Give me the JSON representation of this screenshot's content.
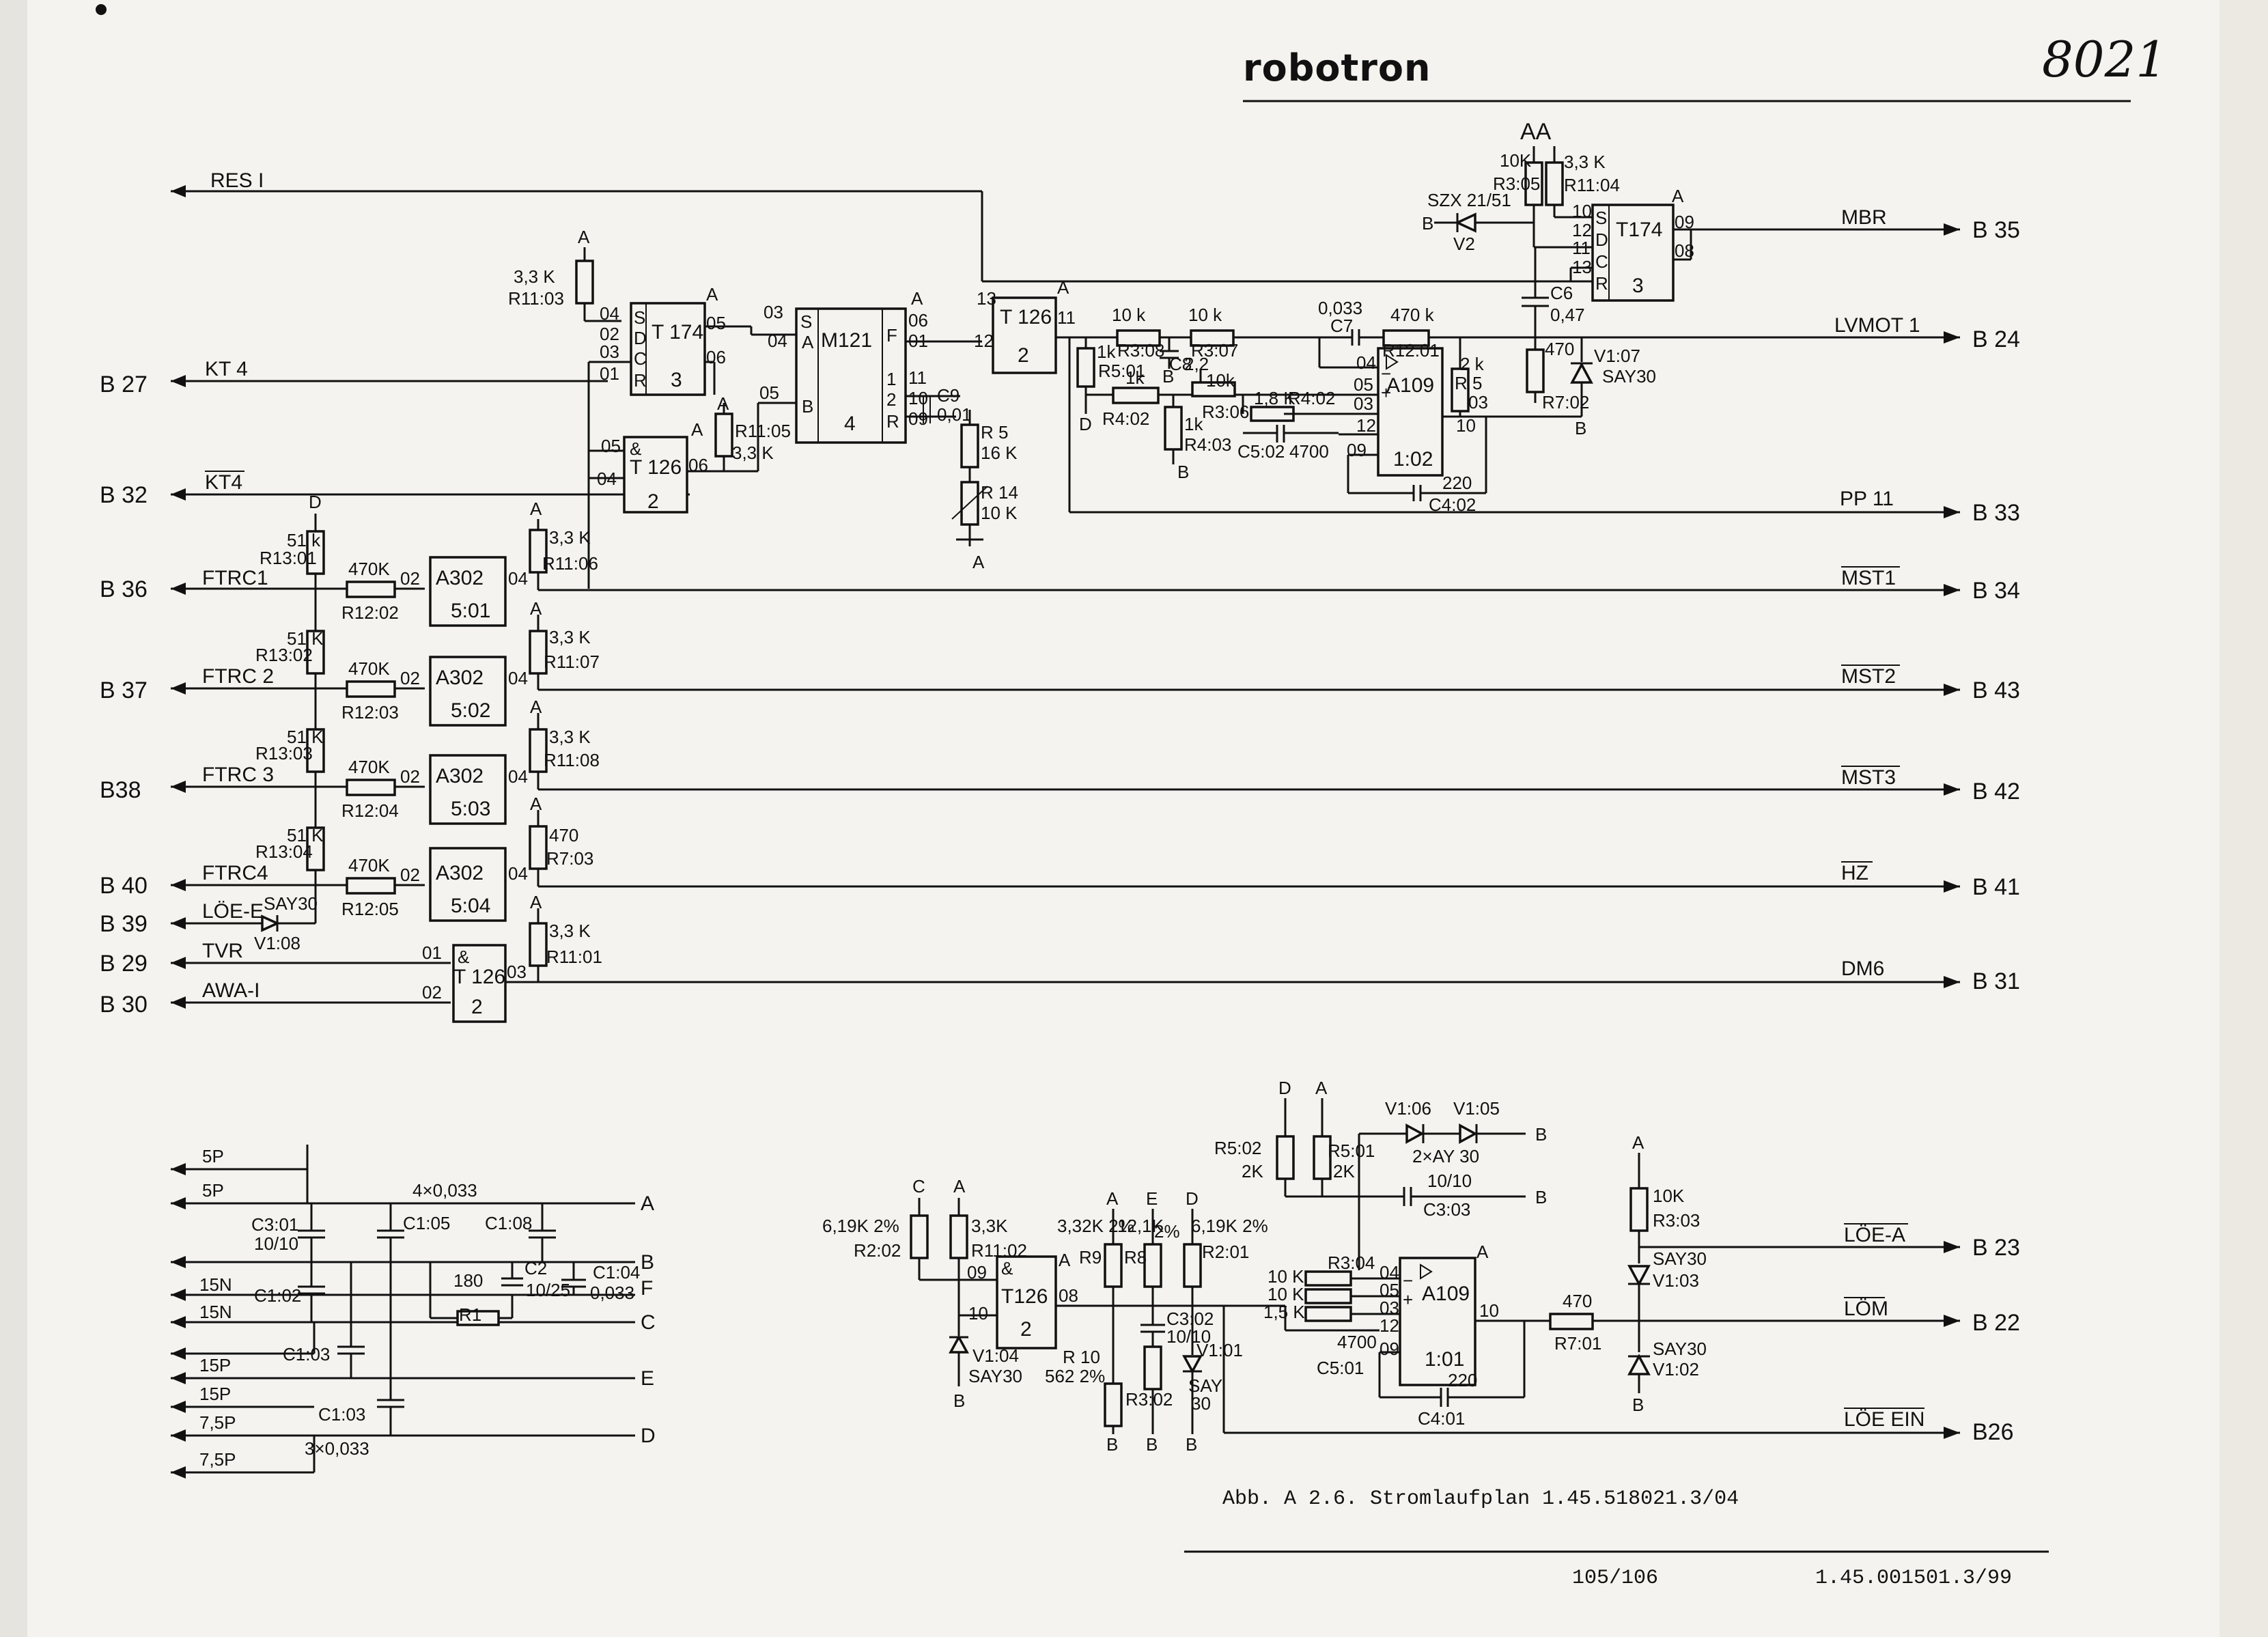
{
  "header": {
    "brand": "robotron",
    "sheet_number": "8021"
  },
  "connectors": {
    "left": {
      "b27": "B 27",
      "b32": "B 32",
      "b36": "B 36",
      "b37": "B 37",
      "b38": "B38",
      "b40": "B 40",
      "b39": "B 39",
      "b29": "B 29",
      "b30": "B 30"
    },
    "right": {
      "b35": "B 35",
      "b24": "B 24",
      "b33": "B 33",
      "b34": "B 34",
      "b43": "B 43",
      "b42": "B 42",
      "b41": "B 41",
      "b31": "B 31",
      "b23": "B 23",
      "b22": "B 22",
      "b26": "B26"
    }
  },
  "signals": {
    "resi": "RES I",
    "kt4": "KT 4",
    "kt4_n": "KT4",
    "ftrc1": "FTRC1",
    "ftrc2": "FTRC 2",
    "ftrc3": "FTRC 3",
    "ftrc4": "FTRC4",
    "loee": "LÖE-E",
    "tvr": "TVR",
    "awai": "AWA-I",
    "mbr": "MBR",
    "lvmot1": "LVMOT 1",
    "pp11": "PP 11",
    "mst1": "MST1",
    "mst2": "MST2",
    "mst3": "MST3",
    "hz": "HZ",
    "dm6": "DM6",
    "loea": "LÖE-A",
    "loem": "LÖM",
    "loeein": "LÖE EIN"
  },
  "ics": {
    "t174a": {
      "type": "T 174",
      "num": "3"
    },
    "t174b": {
      "type": "T174",
      "num": "3"
    },
    "m121": {
      "type": "M121",
      "num": "4"
    },
    "t126a": {
      "type": "T 126",
      "num": "2"
    },
    "t126b": {
      "type": "T 126",
      "num": "2"
    },
    "t126c": {
      "type": "T 126",
      "num": "2"
    },
    "t126d": {
      "type": "T126",
      "num": "2"
    },
    "a109a": {
      "type": "A109",
      "num": "1:02"
    },
    "a109b": {
      "type": "A109",
      "num": "1:01"
    },
    "a302a": {
      "type": "A302",
      "num": "5:01"
    },
    "a302b": {
      "type": "A302",
      "num": "5:02"
    },
    "a302c": {
      "type": "A302",
      "num": "5:03"
    },
    "a302d": {
      "type": "A302",
      "num": "5:04"
    }
  },
  "components": {
    "r1103": [
      "3,3 K",
      "R11:03"
    ],
    "r1105": [
      "R11:05",
      "3,3 K"
    ],
    "r5": [
      "R 5",
      "16 K"
    ],
    "r14": [
      "R 14",
      "10 K"
    ],
    "r1301": [
      "51 k",
      "R13:01"
    ],
    "r1302": [
      "51 K",
      "R13:02"
    ],
    "r1303": [
      "51 K",
      "R13:03"
    ],
    "r1304": [
      "51 K",
      "R13:04"
    ],
    "r1202": [
      "470K",
      "R12:02"
    ],
    "r1203": [
      "470K",
      "R12:03"
    ],
    "r1204": [
      "470K",
      "R12:04"
    ],
    "r1205": [
      "470K",
      "R12:05"
    ],
    "r1106": [
      "3,3 K",
      "R11:06"
    ],
    "r1107": [
      "3,3 K",
      "R11:07"
    ],
    "r1108": [
      "3,3 K",
      "R11:08"
    ],
    "r703": [
      "470",
      "R7:03"
    ],
    "r1101": [
      "3,3 K",
      "R11:01"
    ],
    "r305": [
      "10K",
      "R3:05"
    ],
    "r1104": [
      "3,3 K",
      "R11:04"
    ],
    "szx": [
      "SZX 21/51",
      "V2"
    ],
    "c6": [
      "C6",
      "0,47"
    ],
    "r702": [
      "470",
      "R7:02"
    ],
    "v107": [
      "V1:07",
      "SAY30"
    ],
    "r308": [
      "10 k",
      "R3:08"
    ],
    "r307": [
      "10 k",
      "R3:07"
    ],
    "r501": [
      "1k",
      "R5:01"
    ],
    "r402": [
      "1k",
      "R4:02"
    ],
    "r403": [
      "1k",
      "R4:03"
    ],
    "r306": [
      "10k",
      "R3:06"
    ],
    "c8": [
      "C8",
      "2,2"
    ],
    "c7": [
      "0,033",
      "C7"
    ],
    "r1201": [
      "470 k",
      "R12:01"
    ],
    "r5b": [
      "2 k",
      "R 5",
      "03"
    ],
    "c502": [
      "1,8 K",
      "R4:02",
      "C5:02",
      "4700"
    ],
    "c402": [
      "220",
      "C4:02"
    ],
    "c9": [
      "C9",
      "0,01"
    ],
    "v108": [
      "SAY30",
      "V1:08"
    ],
    "r502": [
      "R5:02",
      "2K"
    ],
    "r501b": [
      "R5:01",
      "2K"
    ],
    "v106": [
      "V1:06",
      "V1:05",
      "2×AY 30"
    ],
    "c303": [
      "10/10",
      "C3:03"
    ],
    "r303": [
      "10K",
      "R3:03"
    ],
    "v103": [
      "SAY30",
      "V1:03"
    ],
    "v102": [
      "SAY30",
      "V1:02"
    ],
    "r701": [
      "470",
      "R7:01"
    ],
    "r304": [
      "R3:04",
      "10 K",
      "10 K",
      "1,5 K"
    ],
    "c501": [
      "4700",
      "C5:01"
    ],
    "c401": [
      "220",
      "C4:01"
    ],
    "r202": [
      "6,19K 2%",
      "R2:02"
    ],
    "r1102": [
      "3,3K",
      "R11:02"
    ],
    "v104": [
      "V1:04",
      "SAY30"
    ],
    "r9": [
      "3,32K 2%",
      "R9"
    ],
    "r8": [
      "12,1K",
      "R8",
      "2%"
    ],
    "r201": [
      "6,19K 2%",
      "R2:01"
    ],
    "r10": [
      "R 10",
      "562 2%"
    ],
    "r302": [
      "R3:02"
    ],
    "c302": [
      "C3:02",
      "10/10"
    ],
    "v101": [
      "V1:01",
      "SAY",
      "30"
    ]
  },
  "supply": {
    "lines": [
      "5P",
      "5P",
      "15N",
      "15N",
      "15P",
      "15P",
      "7,5P",
      "7,5P"
    ],
    "rails": [
      "A",
      "B",
      "F",
      "C",
      "E",
      "D"
    ],
    "caps": [
      "4×0,033",
      "C1:05",
      "C1:08",
      "C3:01",
      "10/10",
      "C1:02",
      "C1:03",
      "C1:03",
      "3×0,033",
      "180",
      "R1",
      "C2",
      "10/25",
      "C1:04",
      "0,033"
    ]
  },
  "rail_labels": {
    "A": "A",
    "B": "B",
    "C": "C",
    "D": "D",
    "E": "E",
    "AA": "AA"
  },
  "caption": "Abb. A 2.6.  Stromlaufplan 1.45.518021.3/04",
  "footer": {
    "page": "105/106",
    "docnum": "1.45.001501.3/99"
  }
}
